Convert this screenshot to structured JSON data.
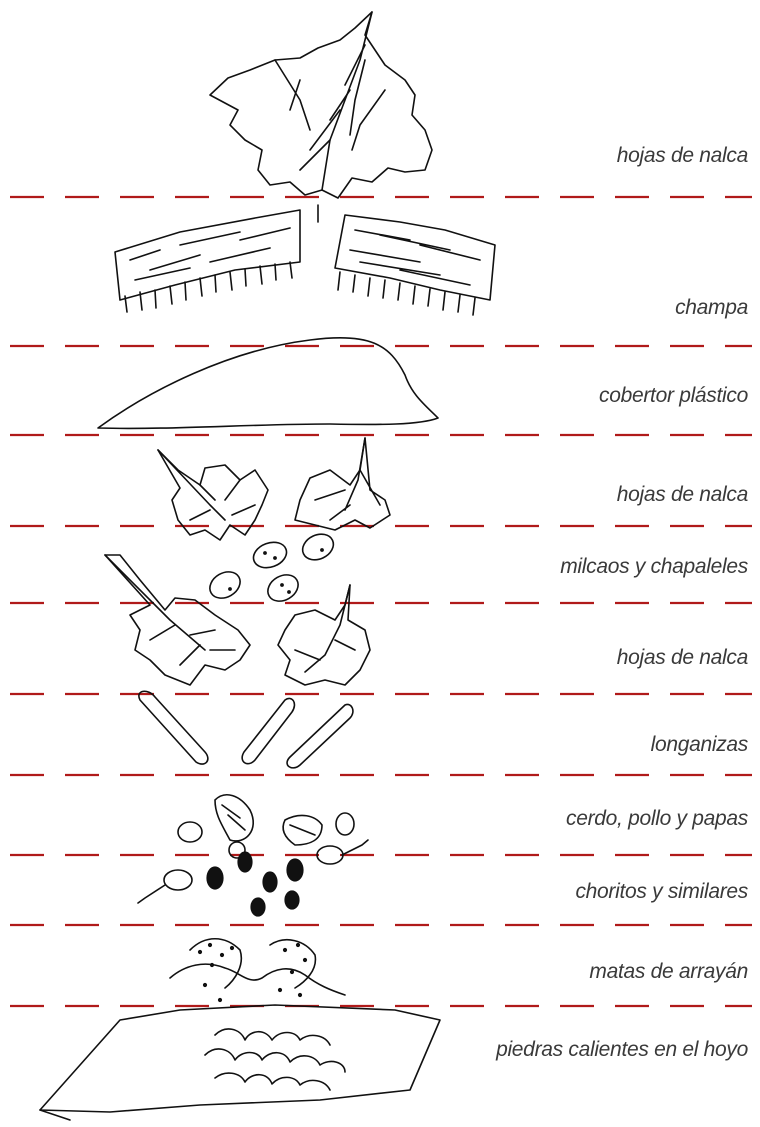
{
  "layers": [
    {
      "label": "hojas de nalca"
    },
    {
      "label": "champa"
    },
    {
      "label": "cobertor plástico"
    },
    {
      "label": "hojas de nalca"
    },
    {
      "label": "milcaos y chapaleles"
    },
    {
      "label": "hojas de nalca"
    },
    {
      "label": "longanizas"
    },
    {
      "label": "cerdo, pollo y papas"
    },
    {
      "label": "choritos y similares"
    },
    {
      "label": "matas de arrayán"
    },
    {
      "label": "piedras calientes en el hoyo"
    }
  ],
  "colors": {
    "separator": "#b01a1a",
    "ink": "#111111",
    "label": "#3a3a3a"
  }
}
